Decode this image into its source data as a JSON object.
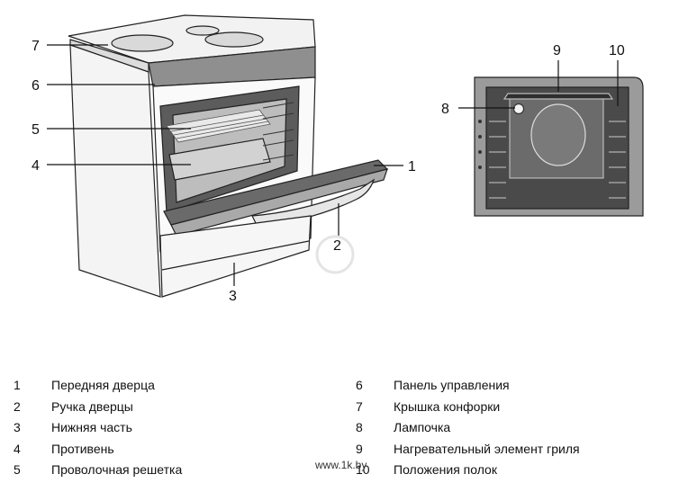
{
  "callouts": {
    "c1": "1",
    "c2": "2",
    "c3": "3",
    "c4": "4",
    "c5": "5",
    "c6": "6",
    "c7": "7",
    "c8": "8",
    "c9": "9",
    "c10": "10"
  },
  "legend": [
    {
      "num": "1",
      "text": "Передняя дверца"
    },
    {
      "num": "2",
      "text": "Ручка дверцы"
    },
    {
      "num": "3",
      "text": "Нижняя часть"
    },
    {
      "num": "4",
      "text": "Противень"
    },
    {
      "num": "5",
      "text": "Проволочная решетка"
    },
    {
      "num": "6",
      "text": "Панель управления"
    },
    {
      "num": "7",
      "text": "Крышка конфорки"
    },
    {
      "num": "8",
      "text": "Лампочка"
    },
    {
      "num": "9",
      "text": "Нагревательный элемент гриля"
    },
    {
      "num": "10",
      "text": "Положения полок"
    }
  ],
  "watermark": "www.1k.by"
}
